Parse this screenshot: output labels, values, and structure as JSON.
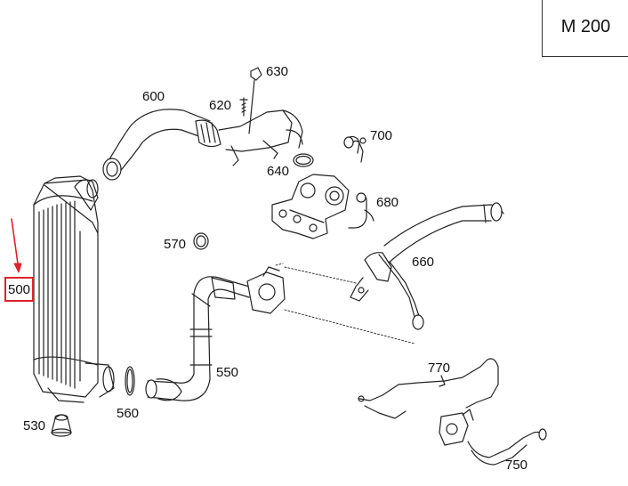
{
  "model_label": "M 200",
  "highlight_color": "#e0202a",
  "callouts": {
    "c500": "500",
    "c530": "530",
    "c550": "550",
    "c560": "560",
    "c570": "570",
    "c600": "600",
    "c620": "620",
    "c630": "630",
    "c640": "640",
    "c660": "660",
    "c680": "680",
    "c700": "700",
    "c750": "750",
    "c770": "770"
  }
}
